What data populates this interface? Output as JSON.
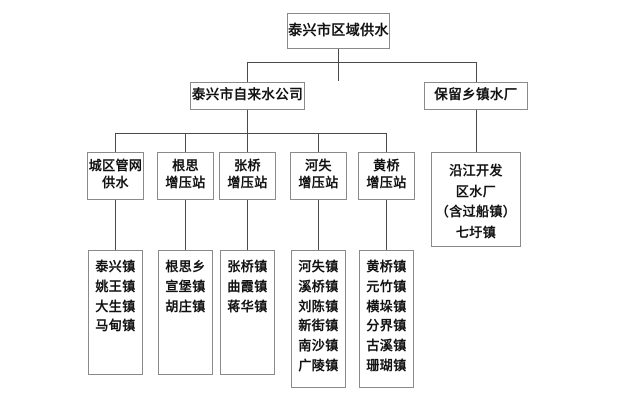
{
  "diagram": {
    "title": "泰兴市区域供水",
    "type": "organization-tree",
    "root": {
      "label": "泰兴市区域供水"
    },
    "level2": [
      {
        "id": "water-company",
        "label": "泰兴市自来水公司"
      },
      {
        "id": "retained-plants",
        "label": "保留乡镇水厂"
      }
    ],
    "stations": [
      {
        "id": "urban-network",
        "line1": "城区管网",
        "line2": "供水"
      },
      {
        "id": "gensi",
        "line1": "根思",
        "line2": "增压站"
      },
      {
        "id": "zhangqiao",
        "line1": "张桥",
        "line2": "增压站"
      },
      {
        "id": "heshi",
        "line1": "河失",
        "line2": "增压站"
      },
      {
        "id": "huangqiao",
        "line1": "黄桥",
        "line2": "增压站"
      }
    ],
    "riverside_plant": {
      "id": "yanjiang",
      "lines": [
        "沿江开发",
        "区水厂",
        "（含过船镇）",
        "七圩镇"
      ]
    },
    "town_groups": [
      {
        "id": "towns-urban",
        "towns": [
          "泰兴镇",
          "姚王镇",
          "大生镇",
          "马甸镇"
        ]
      },
      {
        "id": "towns-gensi",
        "towns": [
          "根思乡",
          "宣堡镇",
          "胡庄镇"
        ]
      },
      {
        "id": "towns-zhangqiao",
        "towns": [
          "张桥镇",
          "曲霞镇",
          "蒋华镇"
        ]
      },
      {
        "id": "towns-heshi",
        "towns": [
          "河失镇",
          "溪桥镇",
          "刘陈镇",
          "新街镇",
          "南沙镇",
          "广陵镇"
        ]
      },
      {
        "id": "towns-huangqiao",
        "towns": [
          "黄桥镇",
          "元竹镇",
          "横垛镇",
          "分界镇",
          "古溪镇",
          "珊瑚镇"
        ]
      }
    ],
    "colors": {
      "background": "#ffffff",
      "box_border": "#8a8a8a",
      "connector": "#4a4a4a",
      "text": "#111111"
    }
  }
}
